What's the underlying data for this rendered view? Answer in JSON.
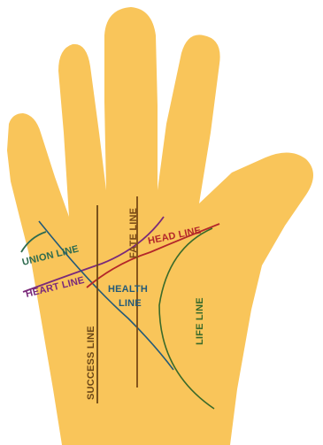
{
  "colors": {
    "skin": "#f9c55a",
    "background": "#ffffff",
    "union": "#2e6b4f",
    "heart": "#7a2a7a",
    "fate": "#7a4a16",
    "head": "#b3262a",
    "health": "#245a78",
    "life": "#3a6a2a",
    "success": "#6b4616"
  },
  "labels": {
    "union": "UNION LINE",
    "heart": "HEART LINE",
    "fate": "FATE LINE",
    "head": "HEAD LINE",
    "health_1": "HEALTH",
    "health_2": "LINE",
    "life": "LIFE LINE",
    "success": "SUCCESS LINE"
  }
}
